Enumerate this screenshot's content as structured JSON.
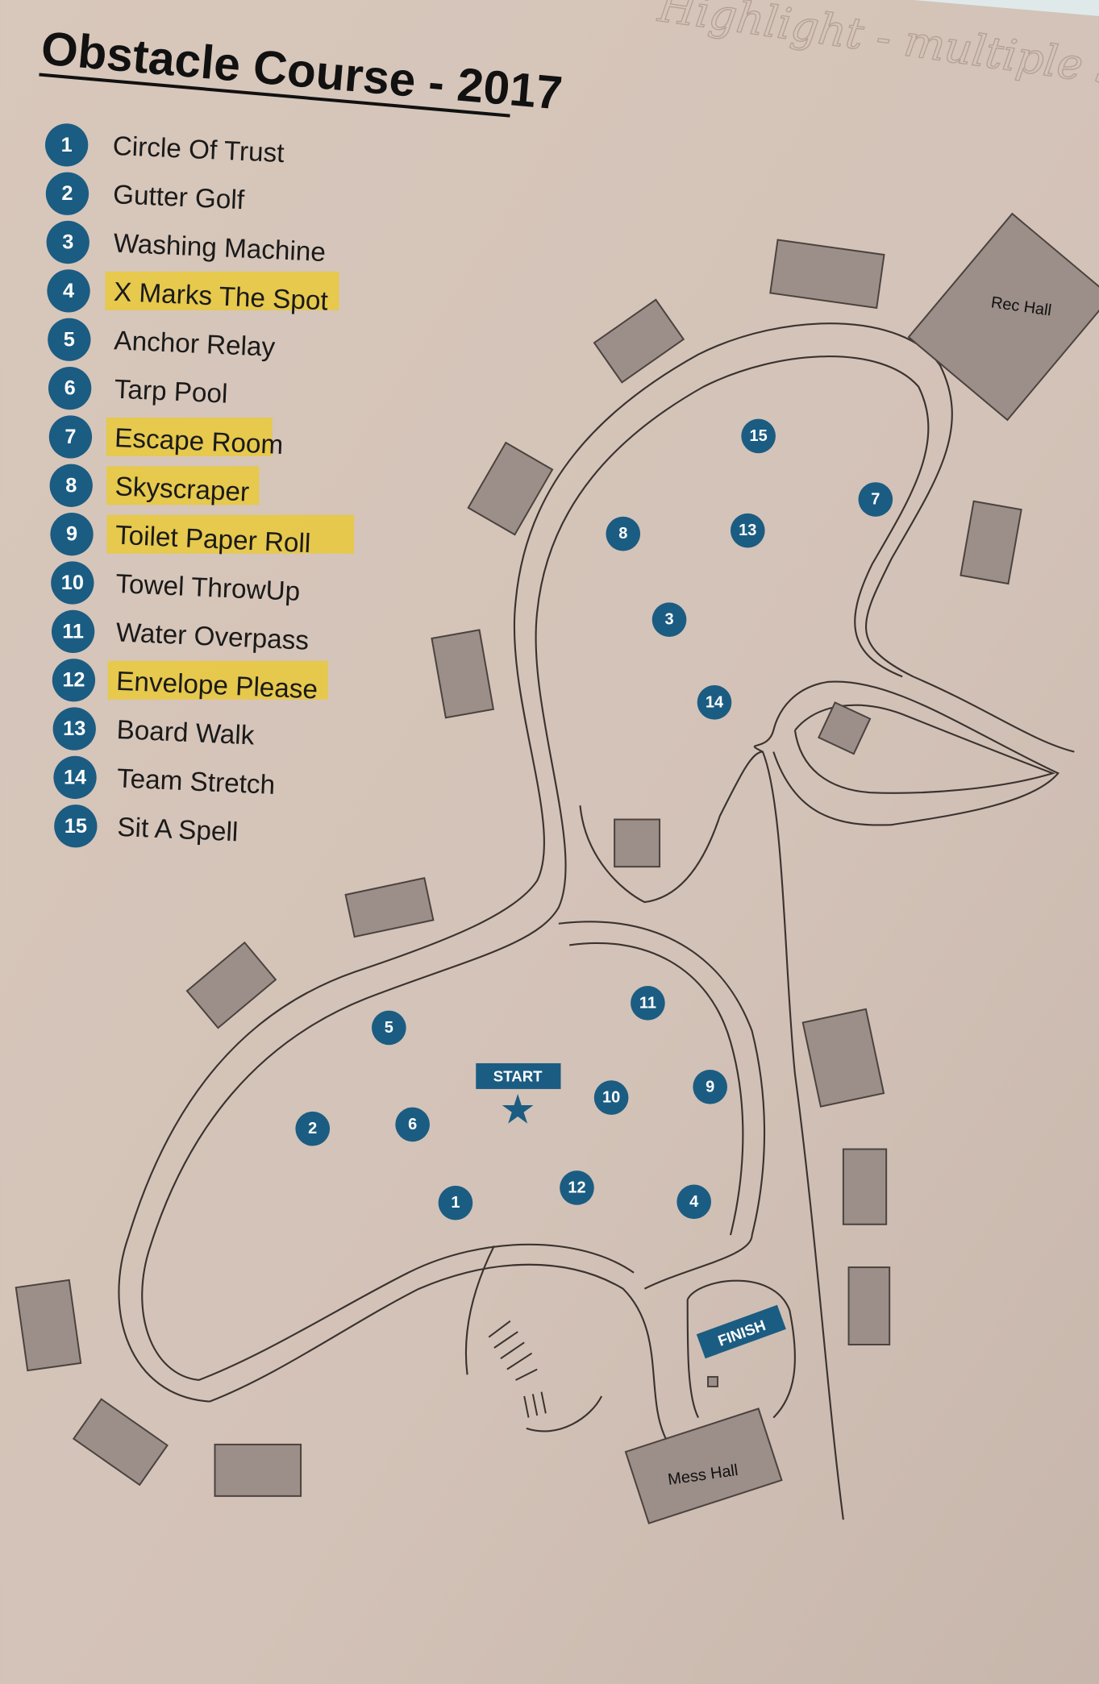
{
  "title": "Obstacle Course - 2017",
  "handwritten_note": "Highlight - multiple Stand-ins",
  "legend": [
    {
      "num": "1",
      "label": "Circle Of Trust",
      "highlighted": false
    },
    {
      "num": "2",
      "label": "Gutter Golf",
      "highlighted": false
    },
    {
      "num": "3",
      "label": "Washing Machine",
      "highlighted": false
    },
    {
      "num": "4",
      "label": "X Marks The Spot",
      "highlighted": true
    },
    {
      "num": "5",
      "label": "Anchor Relay",
      "highlighted": false
    },
    {
      "num": "6",
      "label": "Tarp Pool",
      "highlighted": false
    },
    {
      "num": "7",
      "label": "Escape Room",
      "highlighted": true
    },
    {
      "num": "8",
      "label": "Skyscraper",
      "highlighted": true
    },
    {
      "num": "9",
      "label": "Toilet Paper Roll",
      "highlighted": true
    },
    {
      "num": "10",
      "label": "Towel ThrowUp",
      "highlighted": false
    },
    {
      "num": "11",
      "label": "Water Overpass",
      "highlighted": false
    },
    {
      "num": "12",
      "label": "Envelope Please",
      "highlighted": true
    },
    {
      "num": "13",
      "label": "Board Walk",
      "highlighted": false
    },
    {
      "num": "14",
      "label": "Team Stretch",
      "highlighted": false
    },
    {
      "num": "15",
      "label": "Sit A Spell",
      "highlighted": false
    }
  ],
  "map": {
    "start_label": "START",
    "finish_label": "FINISH",
    "buildings": {
      "rec_hall": "Rec Hall",
      "mess_hall": "Mess Hall"
    }
  },
  "colors": {
    "marker": "#1b5c82",
    "highlight": "#e9c93a",
    "paper": "#d6c6bb",
    "building": "#9c8e88"
  }
}
